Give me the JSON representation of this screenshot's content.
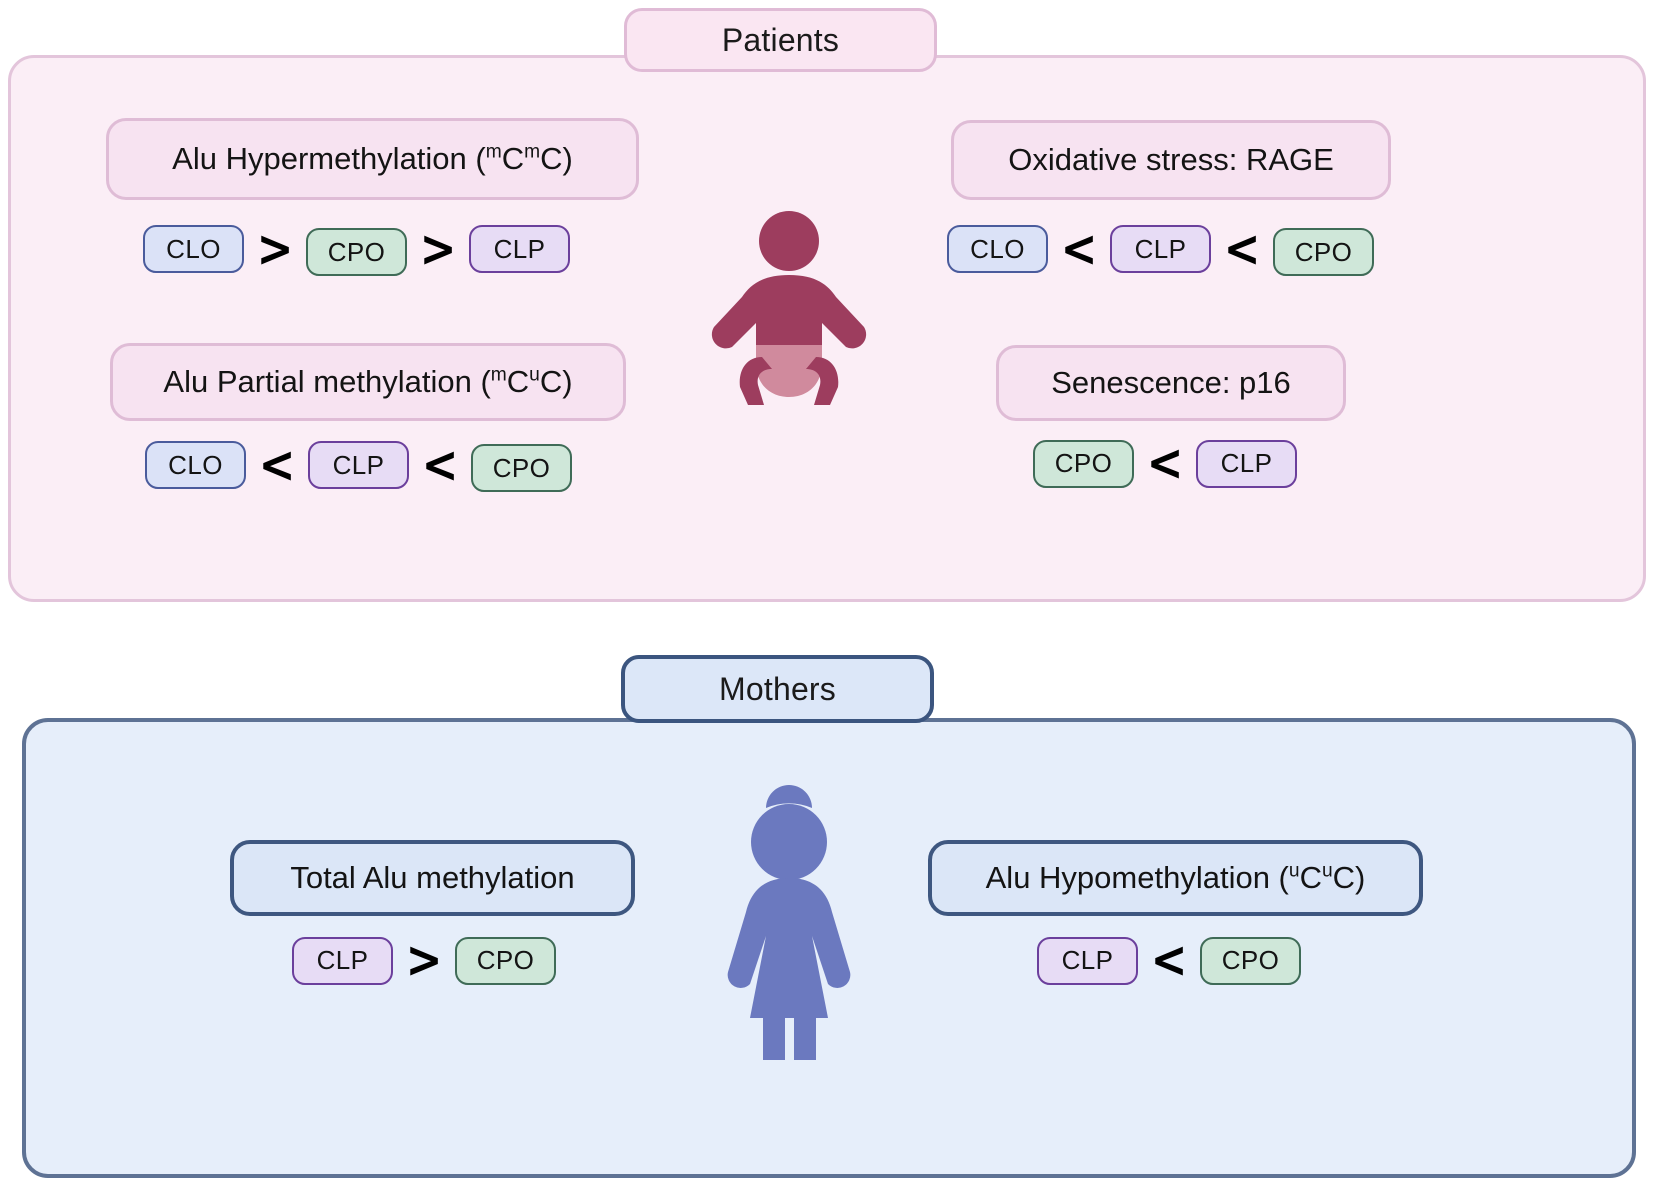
{
  "colors": {
    "patients_bg": "#fbeef6",
    "patients_border": "#e3c5db",
    "mothers_bg": "#e6eefa",
    "mothers_border": "#5e7294",
    "chip_clo_bg": "#dbe2f7",
    "chip_clo_border": "#4a5b9c",
    "chip_cpo_bg": "#cfe7d9",
    "chip_cpo_border": "#3f6b57",
    "chip_clp_bg": "#e7dcf5",
    "chip_clp_border": "#6b3f9c",
    "baby_body": "#9d3d5e",
    "baby_diaper": "#d08a9d",
    "mother_body": "#6b79bf"
  },
  "patients": {
    "tab_label": "Patients",
    "figure_name": "baby-icon",
    "left_blocks": [
      {
        "headline_prefix": "Alu Hypermethylation (",
        "headline_sup1": "m",
        "headline_mid1": "C",
        "headline_sup2": "m",
        "headline_mid2": "C",
        "headline_suffix": ")",
        "headline_plain": "Alu Hypermethylation (mCmC)",
        "comparison": [
          {
            "label": "CLO",
            "group": "clo"
          },
          {
            "op": ">"
          },
          {
            "label": "CPO",
            "group": "cpo"
          },
          {
            "op": ">"
          },
          {
            "label": "CLP",
            "group": "clp"
          }
        ]
      },
      {
        "headline_prefix": "Alu Partial methylation (",
        "headline_sup1": "m",
        "headline_mid1": "C",
        "headline_sup2": "u",
        "headline_mid2": "C",
        "headline_suffix": ")",
        "headline_plain": "Alu Partial methylation (mCuC)",
        "comparison": [
          {
            "label": "CLO",
            "group": "clo"
          },
          {
            "op": "<"
          },
          {
            "label": "CLP",
            "group": "clp"
          },
          {
            "op": "<"
          },
          {
            "label": "CPO",
            "group": "cpo"
          }
        ]
      }
    ],
    "right_blocks": [
      {
        "headline_plain": "Oxidative stress: RAGE",
        "comparison": [
          {
            "label": "CLO",
            "group": "clo"
          },
          {
            "op": "<"
          },
          {
            "label": "CLP",
            "group": "clp"
          },
          {
            "op": "<"
          },
          {
            "label": "CPO",
            "group": "cpo"
          }
        ]
      },
      {
        "headline_plain": "Senescence: p16",
        "comparison": [
          {
            "label": "CPO",
            "group": "cpo"
          },
          {
            "op": "<"
          },
          {
            "label": "CLP",
            "group": "clp"
          }
        ]
      }
    ]
  },
  "mothers": {
    "tab_label": "Mothers",
    "figure_name": "woman-icon",
    "left_block": {
      "headline_plain": "Total Alu methylation",
      "comparison": [
        {
          "label": "CLP",
          "group": "clp"
        },
        {
          "op": ">"
        },
        {
          "label": "CPO",
          "group": "cpo"
        }
      ]
    },
    "right_block": {
      "headline_prefix": "Alu Hypomethylation (",
      "headline_sup1": "u",
      "headline_mid1": "C",
      "headline_sup2": "u",
      "headline_mid2": "C",
      "headline_suffix": ")",
      "headline_plain": "Alu Hypomethylation (uCuC)",
      "comparison": [
        {
          "label": "CLP",
          "group": "clp"
        },
        {
          "op": "<"
        },
        {
          "label": "CPO",
          "group": "cpo"
        }
      ]
    }
  }
}
